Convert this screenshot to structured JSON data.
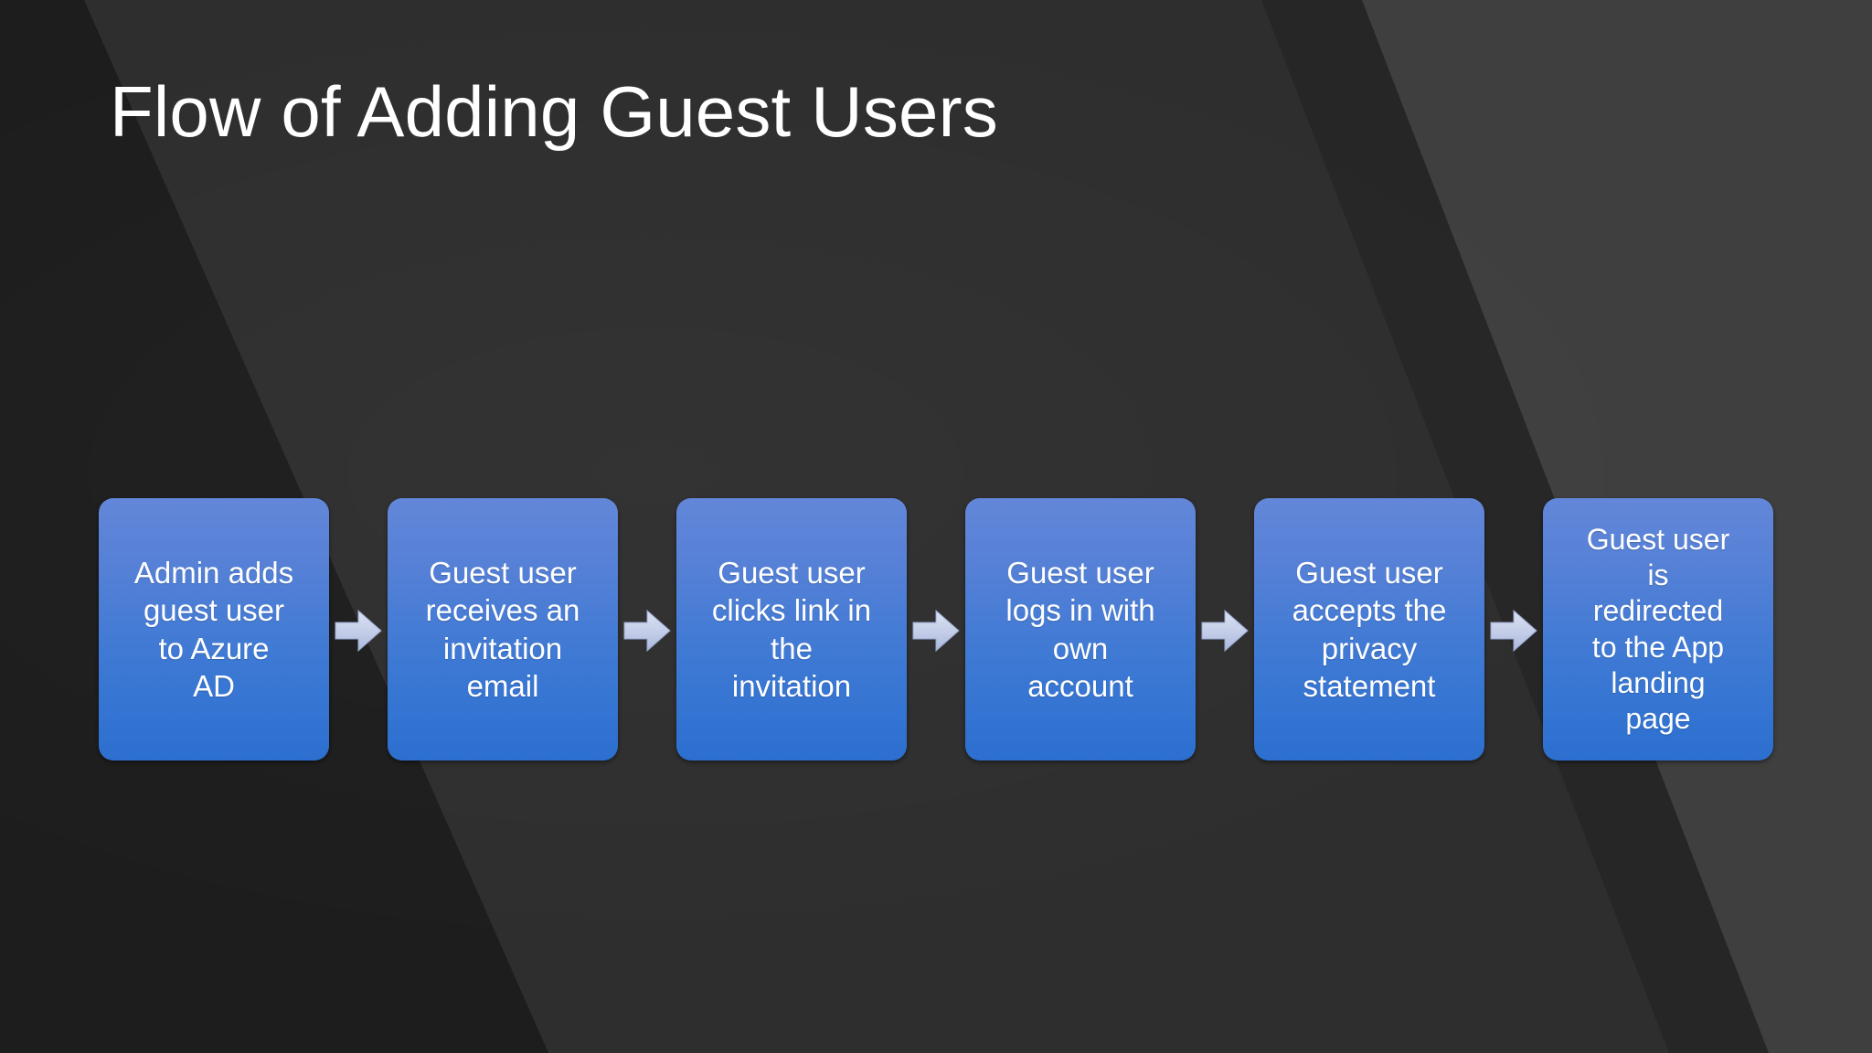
{
  "slide": {
    "title": "Flow of Adding Guest Users",
    "background": {
      "base_color": "#2e2e2e",
      "dark_wedge_color": "#1d1d1d",
      "light_wedge_color": "#3f3f3f"
    }
  },
  "flow": {
    "box_fill_top": "#6387d9",
    "box_fill_bottom": "#2c6fd0",
    "box_text_color": "#ffffff",
    "arrow_color": "#c3cde8",
    "arrow_icon_name": "right-arrow-icon",
    "steps": [
      {
        "label": "Admin adds\nguest user\nto Azure\nAD",
        "lines": 4
      },
      {
        "label": "Guest user\nreceives an\ninvitation\nemail",
        "lines": 4
      },
      {
        "label": "Guest user\nclicks link in\nthe\ninvitation",
        "lines": 4
      },
      {
        "label": "Guest user\nlogs in with\nown\naccount",
        "lines": 4
      },
      {
        "label": "Guest user\naccepts the\nprivacy\nstatement",
        "lines": 4
      },
      {
        "label": "Guest user\nis\nredirected\nto the App\nlanding\npage",
        "lines": 6
      }
    ],
    "arrows": [
      {
        "name": "arrow-1-2"
      },
      {
        "name": "arrow-2-3"
      },
      {
        "name": "arrow-3-4"
      },
      {
        "name": "arrow-4-5"
      },
      {
        "name": "arrow-5-6"
      }
    ]
  }
}
